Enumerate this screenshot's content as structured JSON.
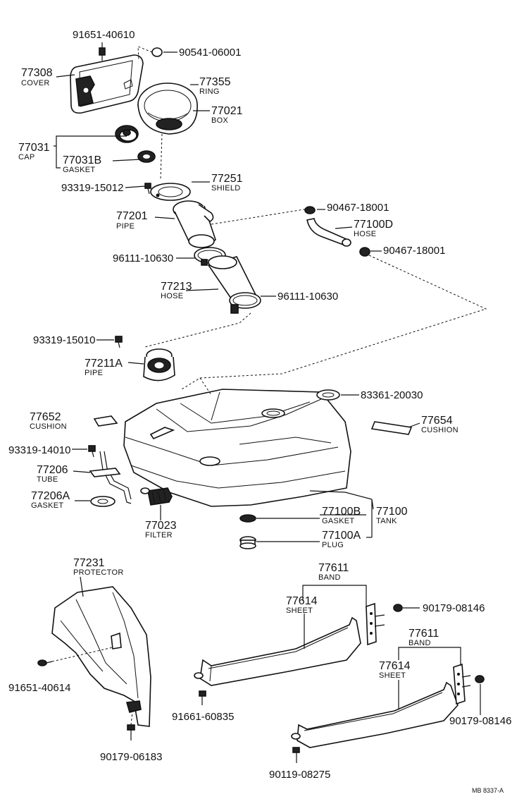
{
  "labels": {
    "p91651_40610": "91651-40610",
    "p90541_06001": "90541-06001",
    "p77308": "77308",
    "p77308_name": "COVER",
    "p77355": "77355",
    "p77355_name": "RING",
    "p77021": "77021",
    "p77021_name": "BOX",
    "p77031": "77031",
    "p77031_name": "CAP",
    "p77031B": "77031B",
    "p77031B_name": "GASKET",
    "p93319_15012": "93319-15012",
    "p77251": "77251",
    "p77251_name": "SHIELD",
    "p90467_18001_a": "90467-18001",
    "p77201": "77201",
    "p77201_name": "PIPE",
    "p77100D": "77100D",
    "p77100D_name": "HOSE",
    "p90467_18001_b": "90467-18001",
    "p96111_10630_a": "96111-10630",
    "p77213": "77213",
    "p77213_name": "HOSE",
    "p96111_10630_b": "96111-10630",
    "p93319_15010": "93319-15010",
    "p77211A": "77211A",
    "p77211A_name": "PIPE",
    "p83361_20030": "83361-20030",
    "p77652": "77652",
    "p77652_name": "CUSHION",
    "p77654": "77654",
    "p77654_name": "CUSHION",
    "p93319_14010": "93319-14010",
    "p77206": "77206",
    "p77206_name": "TUBE",
    "p77206A": "77206A",
    "p77206A_name": "GASKET",
    "p77023": "77023",
    "p77023_name": "FILTER",
    "p77100B": "77100B",
    "p77100B_name": "GASKET",
    "p77100": "77100",
    "p77100_name": "TANK",
    "p77100A": "77100A",
    "p77100A_name": "PLUG",
    "p77231": "77231",
    "p77231_name": "PROTECTOR",
    "p91651_40614": "91651-40614",
    "p90179_06183": "90179-06183",
    "p77611_a": "77611",
    "p77611_a_name": "BAND",
    "p77614_a": "77614",
    "p77614_a_name": "SHEET",
    "p90179_08146_a": "90179-08146",
    "p91661_60835": "91661-60835",
    "p77611_b": "77611",
    "p77611_b_name": "BAND",
    "p77614_b": "77614",
    "p77614_b_name": "SHEET",
    "p90179_08146_b": "90179-08146",
    "p90119_08275": "90119-08275",
    "figure_code": "MB  8337-A"
  }
}
